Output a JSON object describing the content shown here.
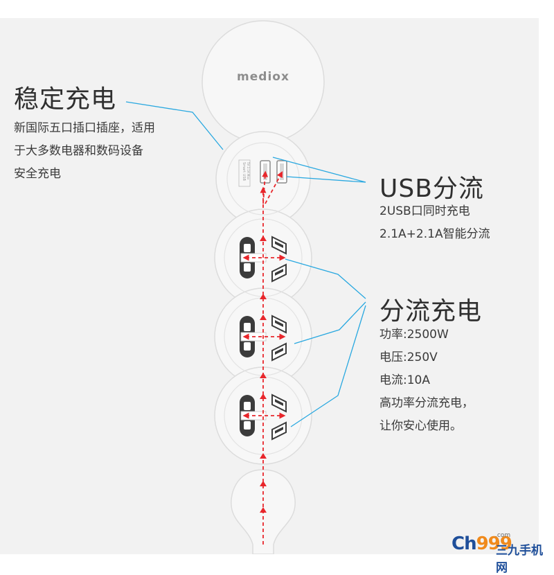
{
  "product": {
    "logo_text": "mediox",
    "usb_port_label": "Smart USB",
    "usb_port_sublabel": "5V 2.1A Max"
  },
  "stable_charging": {
    "title": "稳定充电",
    "lines": [
      "新国际五口插口插座，适用",
      "于大多数电器和数码设备",
      "安全充电"
    ]
  },
  "usb_split": {
    "title": "USB分流",
    "lines": [
      "2USB口同时充电",
      "2.1A+2.1A智能分流"
    ]
  },
  "split_charging": {
    "title": "分流充电",
    "lines": [
      "功率:2500W",
      "电压:250V",
      "电流:10A",
      "高功率分流充电，",
      "让你安心使用。"
    ]
  },
  "watermark": {
    "part1": "Ch",
    "part2": "999",
    "suffix": ".com",
    "cn": "三九手机网"
  },
  "colors": {
    "panel": "#f2f2f2",
    "strip": "#f7f7f7",
    "strip_outline": "#dcdcdc",
    "leader_line": "#29a8e0",
    "arrow": "#e8262b",
    "socket_dark": "#3b3b3b"
  }
}
